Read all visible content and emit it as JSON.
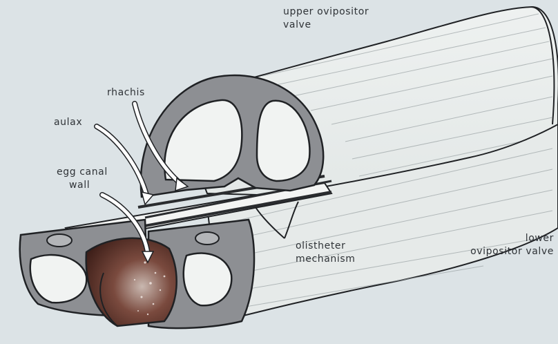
{
  "labels": {
    "upper_valve": [
      "upper ovipositor",
      "valve"
    ],
    "rhachis": "rhachis",
    "aulax": "aulax",
    "egg_canal_wall": [
      "egg canal",
      "wall"
    ],
    "olistheter": [
      "olistheter",
      "mechanism"
    ],
    "lower_valve": [
      "lower",
      "ovipositor valve"
    ]
  },
  "colors": {
    "background": "#dce3e6",
    "wall_fill": "#8d8f93",
    "outline": "#1f2124",
    "tube_fill": "#e8eceb",
    "egg_canal_dark": "#5a2e25"
  }
}
